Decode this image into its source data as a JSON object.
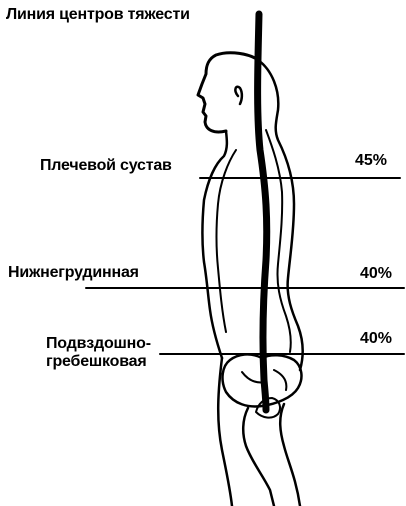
{
  "title": "Линия центров тяжести",
  "levels": [
    {
      "name": "Плечевой сустав",
      "percent": "45%"
    },
    {
      "name": "Нижнегрудинная",
      "percent": "40%"
    },
    {
      "name": [
        "Подвздошно-",
        "гребешковая"
      ],
      "percent": "40%"
    }
  ],
  "colors": {
    "ink": "#000000",
    "background": "#ffffff"
  }
}
